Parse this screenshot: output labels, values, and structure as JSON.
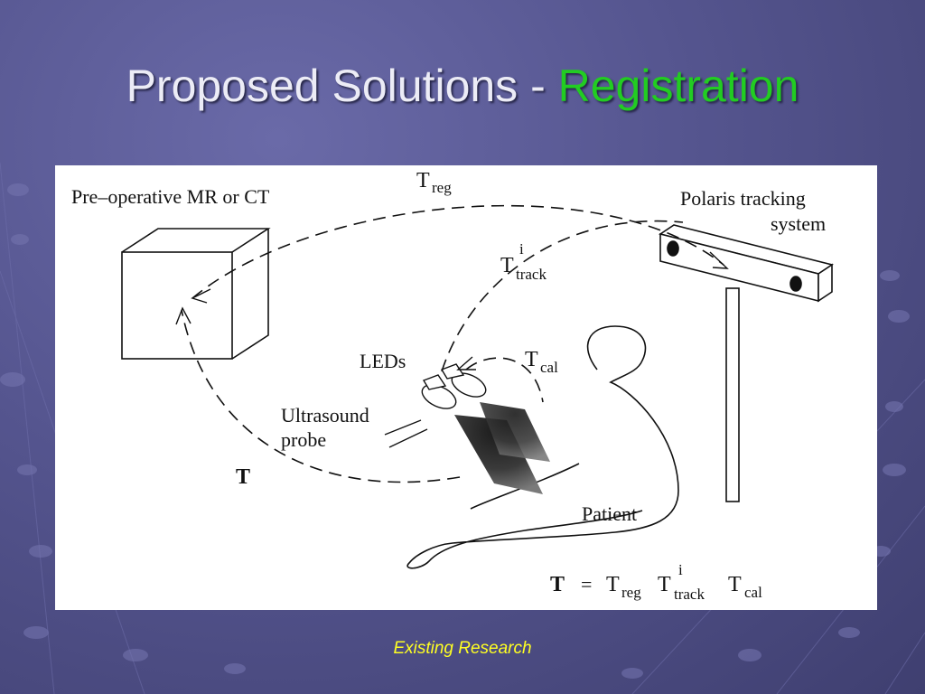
{
  "slide": {
    "title_main": "Proposed Solutions - ",
    "title_accent": "Registration",
    "footer": "Existing Research"
  },
  "figure": {
    "labels": {
      "preop": "Pre–operative MR or CT",
      "polaris_1": "Polaris tracking",
      "polaris_2": "system",
      "leds": "LEDs",
      "probe_1": "Ultrasound",
      "probe_2": "probe",
      "patient": "Patient"
    },
    "transforms": {
      "T": "T",
      "treg_base": "T",
      "treg_sub": "reg",
      "ttrack_base": "T",
      "ttrack_sup": "i",
      "ttrack_sub": "track",
      "tcal_base": "T",
      "tcal_sub": "cal"
    },
    "equation": {
      "lhs": "T",
      "eq": "=",
      "t1": "T",
      "t1_sub": "reg",
      "t2": "T",
      "t2_sup": "i",
      "t2_sub": "track",
      "t3": "T",
      "t3_sub": "cal"
    },
    "colors": {
      "background": "#55558f",
      "title": "#ececf6",
      "accent": "#22cc22",
      "footer": "#ffff22"
    }
  }
}
